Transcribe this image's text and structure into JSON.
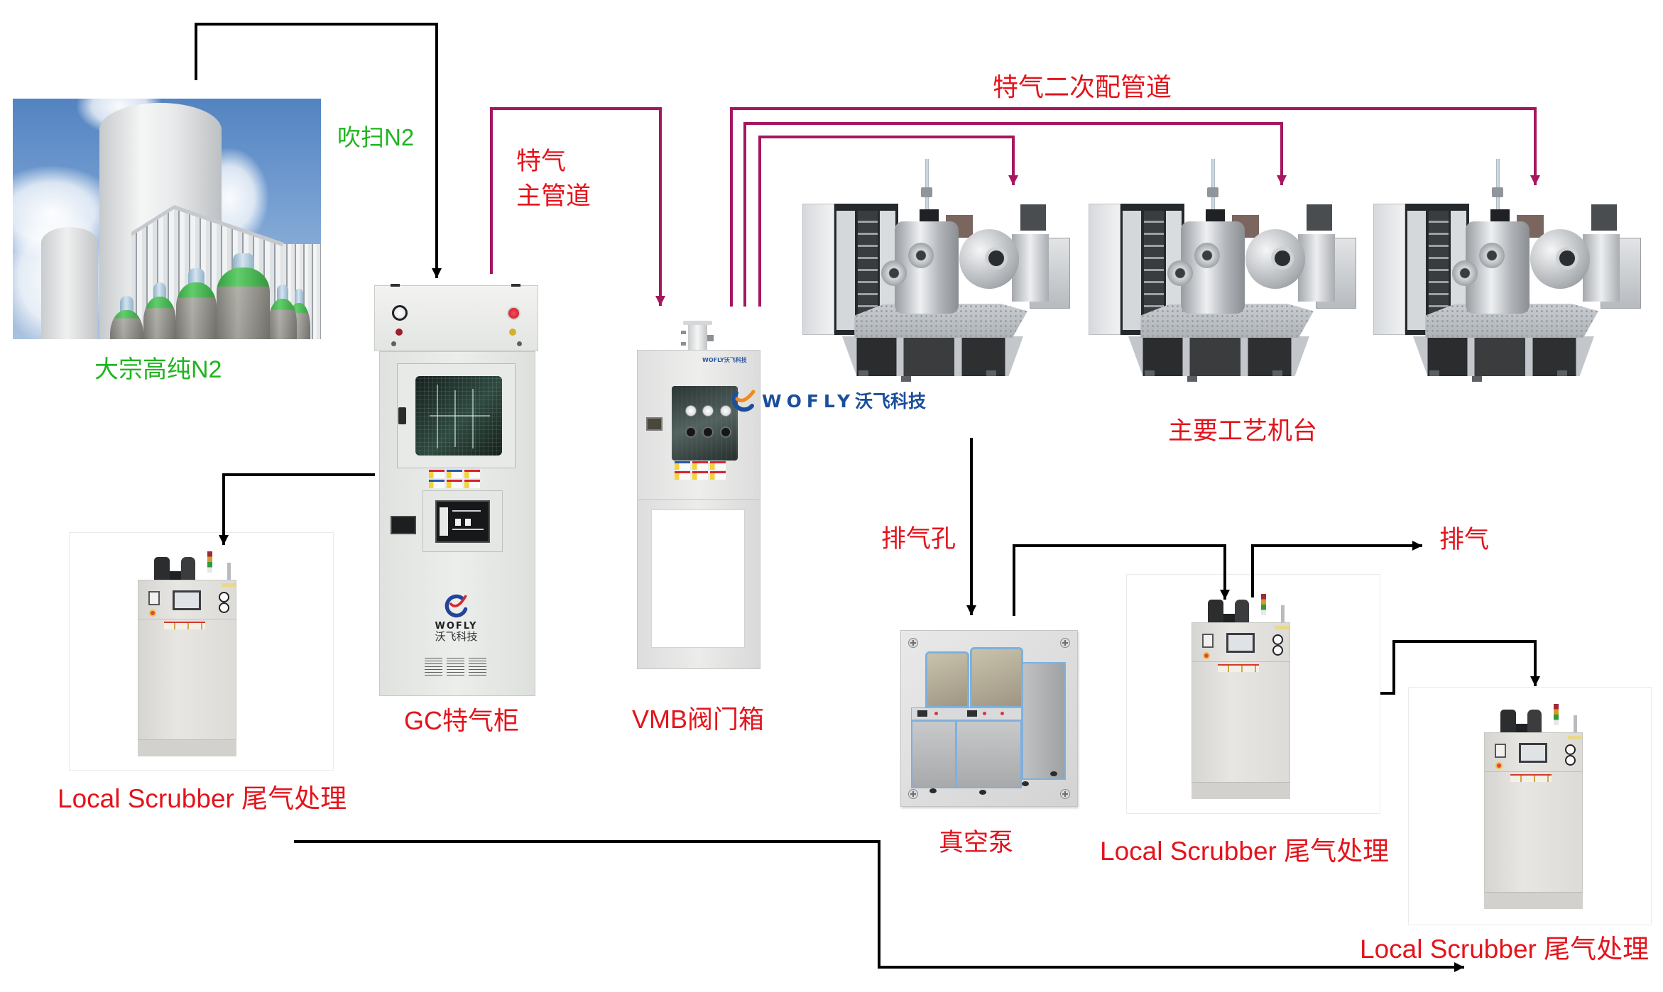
{
  "labels": {
    "bulk_n2": "大宗高纯N2",
    "purge_n2": "吹扫N2",
    "main_pipe_line1": "特气",
    "main_pipe_line2": "主管道",
    "secondary_pipe": "特气二次配管道",
    "gc_cabinet": "GC特气柜",
    "vmb": "VMB阀门箱",
    "process_tools": "主要工艺机台",
    "exhaust_port": "排气孔",
    "vacuum_pump": "真空泵",
    "exhaust": "排气",
    "scrubbers": [
      "Local Scrubber 尾气处理",
      "Local Scrubber 尾气处理",
      "Local Scrubber 尾气处理"
    ]
  },
  "brand": {
    "name": "WOFLY",
    "name_cn": "沃飞科技",
    "vmb_badge": "WOFLY沃飞科技"
  },
  "colors": {
    "label_red": "#e3141c",
    "label_green": "#1fb51f",
    "special_gas_line": "#a5175e",
    "n2_exhaust_line": "#000000",
    "brand_blue": "#1b4f9c",
    "brand_orange": "#f08a1c"
  },
  "equipment": {
    "process_tool_count": 3,
    "scrubber_count": 3
  },
  "connections": [
    {
      "from": "bulk_n2",
      "to": "gc_cabinet",
      "label": "吹扫N2",
      "line": "black"
    },
    {
      "from": "gc_cabinet",
      "to": "vmb",
      "label": "特气主管道",
      "line": "magenta"
    },
    {
      "from": "vmb",
      "to": "process_tool_1",
      "label": "特气二次配管道",
      "line": "magenta"
    },
    {
      "from": "vmb",
      "to": "process_tool_2",
      "label": "特气二次配管道",
      "line": "magenta"
    },
    {
      "from": "vmb",
      "to": "process_tool_3",
      "label": "特气二次配管道",
      "line": "magenta"
    },
    {
      "from": "gc_cabinet",
      "to": "scrubber_left",
      "label": "",
      "line": "black"
    },
    {
      "from": "process_tools",
      "to": "vacuum_pump",
      "label": "排气孔",
      "line": "black"
    },
    {
      "from": "vacuum_pump",
      "to": "scrubber_middle",
      "label": "",
      "line": "black"
    },
    {
      "from": "scrubber_middle",
      "to": "exhaust",
      "label": "排气",
      "line": "black"
    },
    {
      "from": "scrubber_middle",
      "to": "scrubber_right",
      "label": "",
      "line": "black"
    },
    {
      "from": "scrubber_left",
      "to": "scrubber_right",
      "label": "",
      "line": "black"
    }
  ]
}
